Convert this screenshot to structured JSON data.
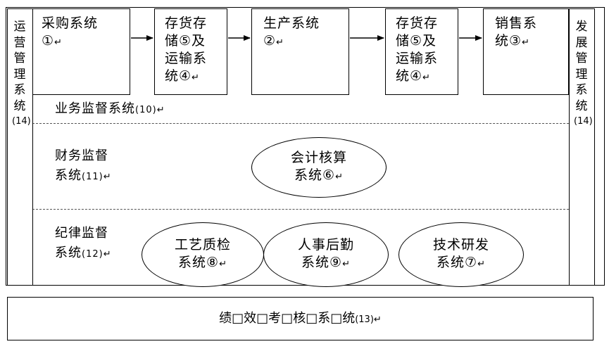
{
  "left_column": {
    "label": [
      "运",
      "营",
      "管",
      "理",
      "系",
      "统",
      "(14)"
    ]
  },
  "right_column": {
    "label": [
      "发",
      "展",
      "管",
      "理",
      "系",
      "统",
      "(14)"
    ]
  },
  "top_row": [
    {
      "line1": "采购系统",
      "line2": "①"
    },
    {
      "line1": "存货存",
      "line2": "储⑤及",
      "line3": "运输系",
      "line4": "统④"
    },
    {
      "line1": "生产系统",
      "line2": "②"
    },
    {
      "line1": "存货存",
      "line2": "储⑤及",
      "line3": "运输系",
      "line4": "统④"
    },
    {
      "line1": "销售系",
      "line2": "统③"
    }
  ],
  "business_monitor": {
    "label": "业务监督系统",
    "num": "(10)"
  },
  "finance_monitor": {
    "line1": "财务监督",
    "line2": "系统",
    "num": "(11)"
  },
  "discipline_monitor": {
    "line1": "纪律监督",
    "line2": "系统",
    "num": "(12)"
  },
  "ellipses": {
    "accounting": {
      "line1": "会计核算",
      "line2": "系统⑥"
    },
    "quality": {
      "line1": "工艺质检",
      "line2": "系统⑧"
    },
    "hr": {
      "line1": "人事后勤",
      "line2": "系统⑨"
    },
    "rd": {
      "line1": "技术研发",
      "line2": "系统⑦"
    }
  },
  "performance": {
    "label": "绩□效□考□核□系□统",
    "num": "(13)"
  },
  "mark": "↵"
}
